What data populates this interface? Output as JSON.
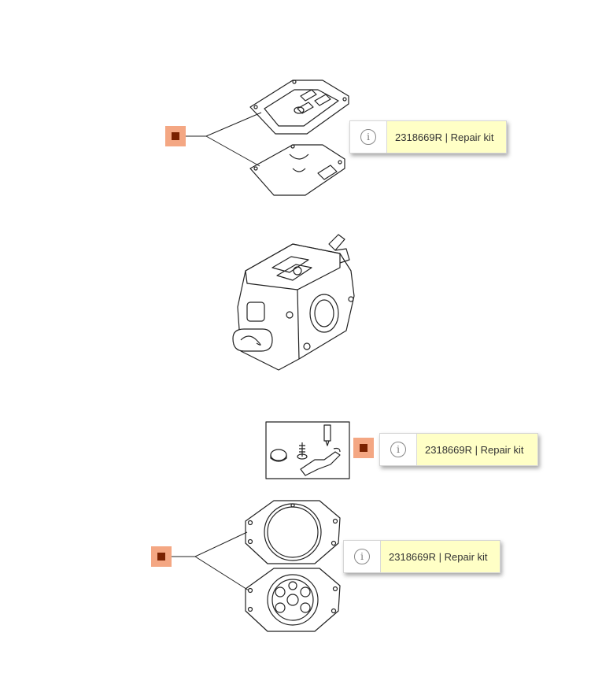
{
  "callouts": [
    {
      "part": "2318669R | Repair kit",
      "icon": "info-icon",
      "glyph": "i"
    },
    {
      "part": "2318669R | Repair kit",
      "icon": "info-icon",
      "glyph": "i"
    },
    {
      "part": "2318669R | Repair kit",
      "icon": "info-icon",
      "glyph": "i"
    }
  ],
  "markers": [
    {
      "icon": "hotspot-marker"
    },
    {
      "icon": "hotspot-marker"
    },
    {
      "icon": "hotspot-marker"
    }
  ],
  "colors": {
    "marker_fill": "#f4a783",
    "marker_dot": "#7a2100",
    "callout_label_bg": "#ffffc6",
    "line": "#222222"
  }
}
